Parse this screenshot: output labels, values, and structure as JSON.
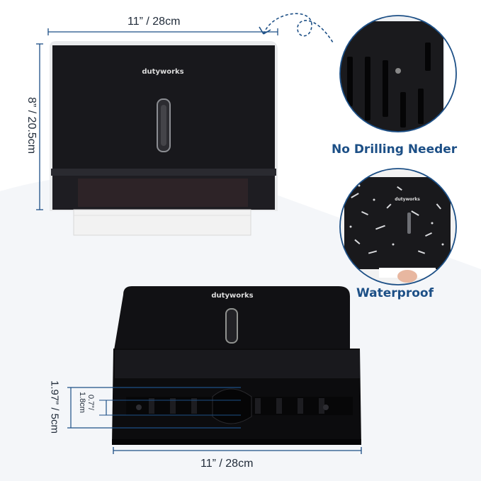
{
  "brand": "dutyworks",
  "top_dispenser": {
    "width_label": "11” / 28cm",
    "height_label": "8” / 20.5cm"
  },
  "features": [
    {
      "label": "No Drilling Needer"
    },
    {
      "label": "Waterproof"
    }
  ],
  "bottom_dispenser": {
    "width_label": "11” / 28cm",
    "outlet_outer_label": "1.97” / 5cm",
    "outlet_inner_label_a": "0.7”/",
    "outlet_inner_label_b": "1.8cm"
  },
  "colors": {
    "accent_blue": "#1c4f86",
    "dispenser_body": "#151518",
    "circle_border": "#1c4f86"
  }
}
